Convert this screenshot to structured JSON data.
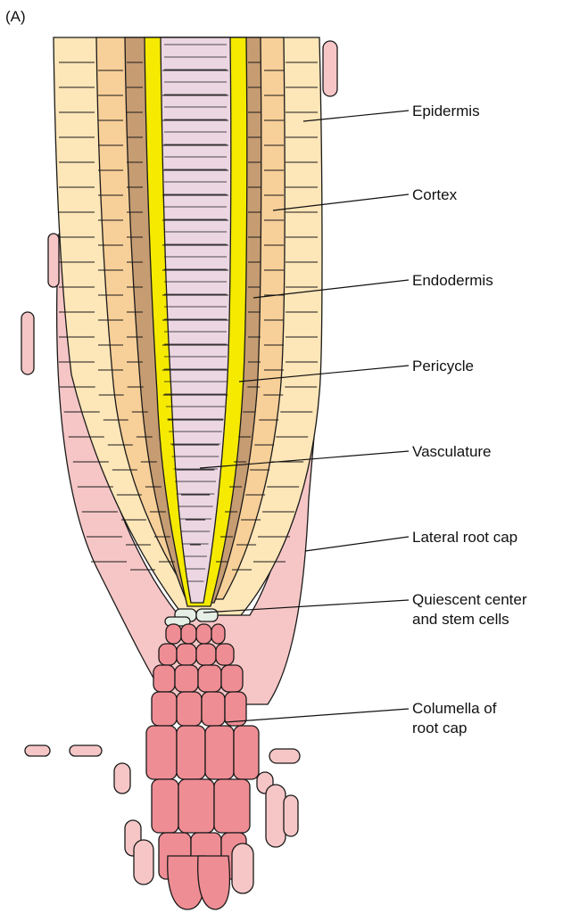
{
  "panel_label": "(A)",
  "labels": [
    {
      "id": "epidermis",
      "lines": [
        "Epidermis"
      ]
    },
    {
      "id": "cortex",
      "lines": [
        "Cortex"
      ]
    },
    {
      "id": "endodermis",
      "lines": [
        "Endodermis"
      ]
    },
    {
      "id": "pericycle",
      "lines": [
        "Pericycle"
      ]
    },
    {
      "id": "vasculature",
      "lines": [
        "Vasculature"
      ]
    },
    {
      "id": "lateral-root-cap",
      "lines": [
        "Lateral root cap"
      ]
    },
    {
      "id": "quiescent-center",
      "lines": [
        "Quiescent center",
        "and stem cells"
      ]
    },
    {
      "id": "columella",
      "lines": [
        "Columella of",
        "root cap"
      ]
    }
  ],
  "colors": {
    "epidermis": "#fde6b8",
    "cortex": "#f7cf98",
    "endodermis": "#c69c72",
    "pericycle": "#f5ea00",
    "vasculature": "#ecd6e2",
    "lateral_root_cap": "#f6c6c6",
    "quiescent_center": "#e6efe6",
    "columella": "#ef8d94"
  }
}
